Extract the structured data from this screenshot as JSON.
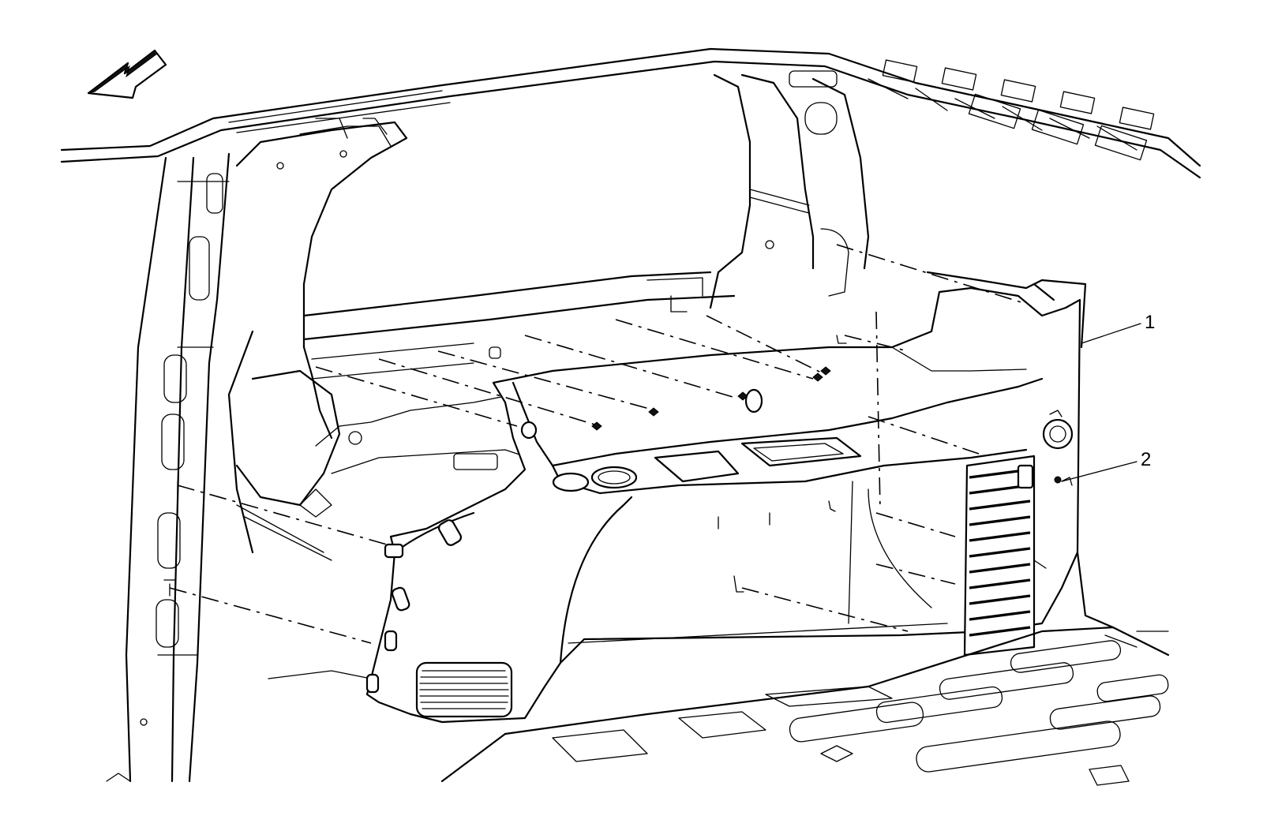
{
  "callouts": [
    {
      "id": "1",
      "text": "1"
    },
    {
      "id": "2",
      "text": "2"
    }
  ],
  "icons": {
    "direction_arrow": "front-direction-arrow-icon"
  },
  "colors": {
    "line": "#000000",
    "background": "#ffffff"
  }
}
